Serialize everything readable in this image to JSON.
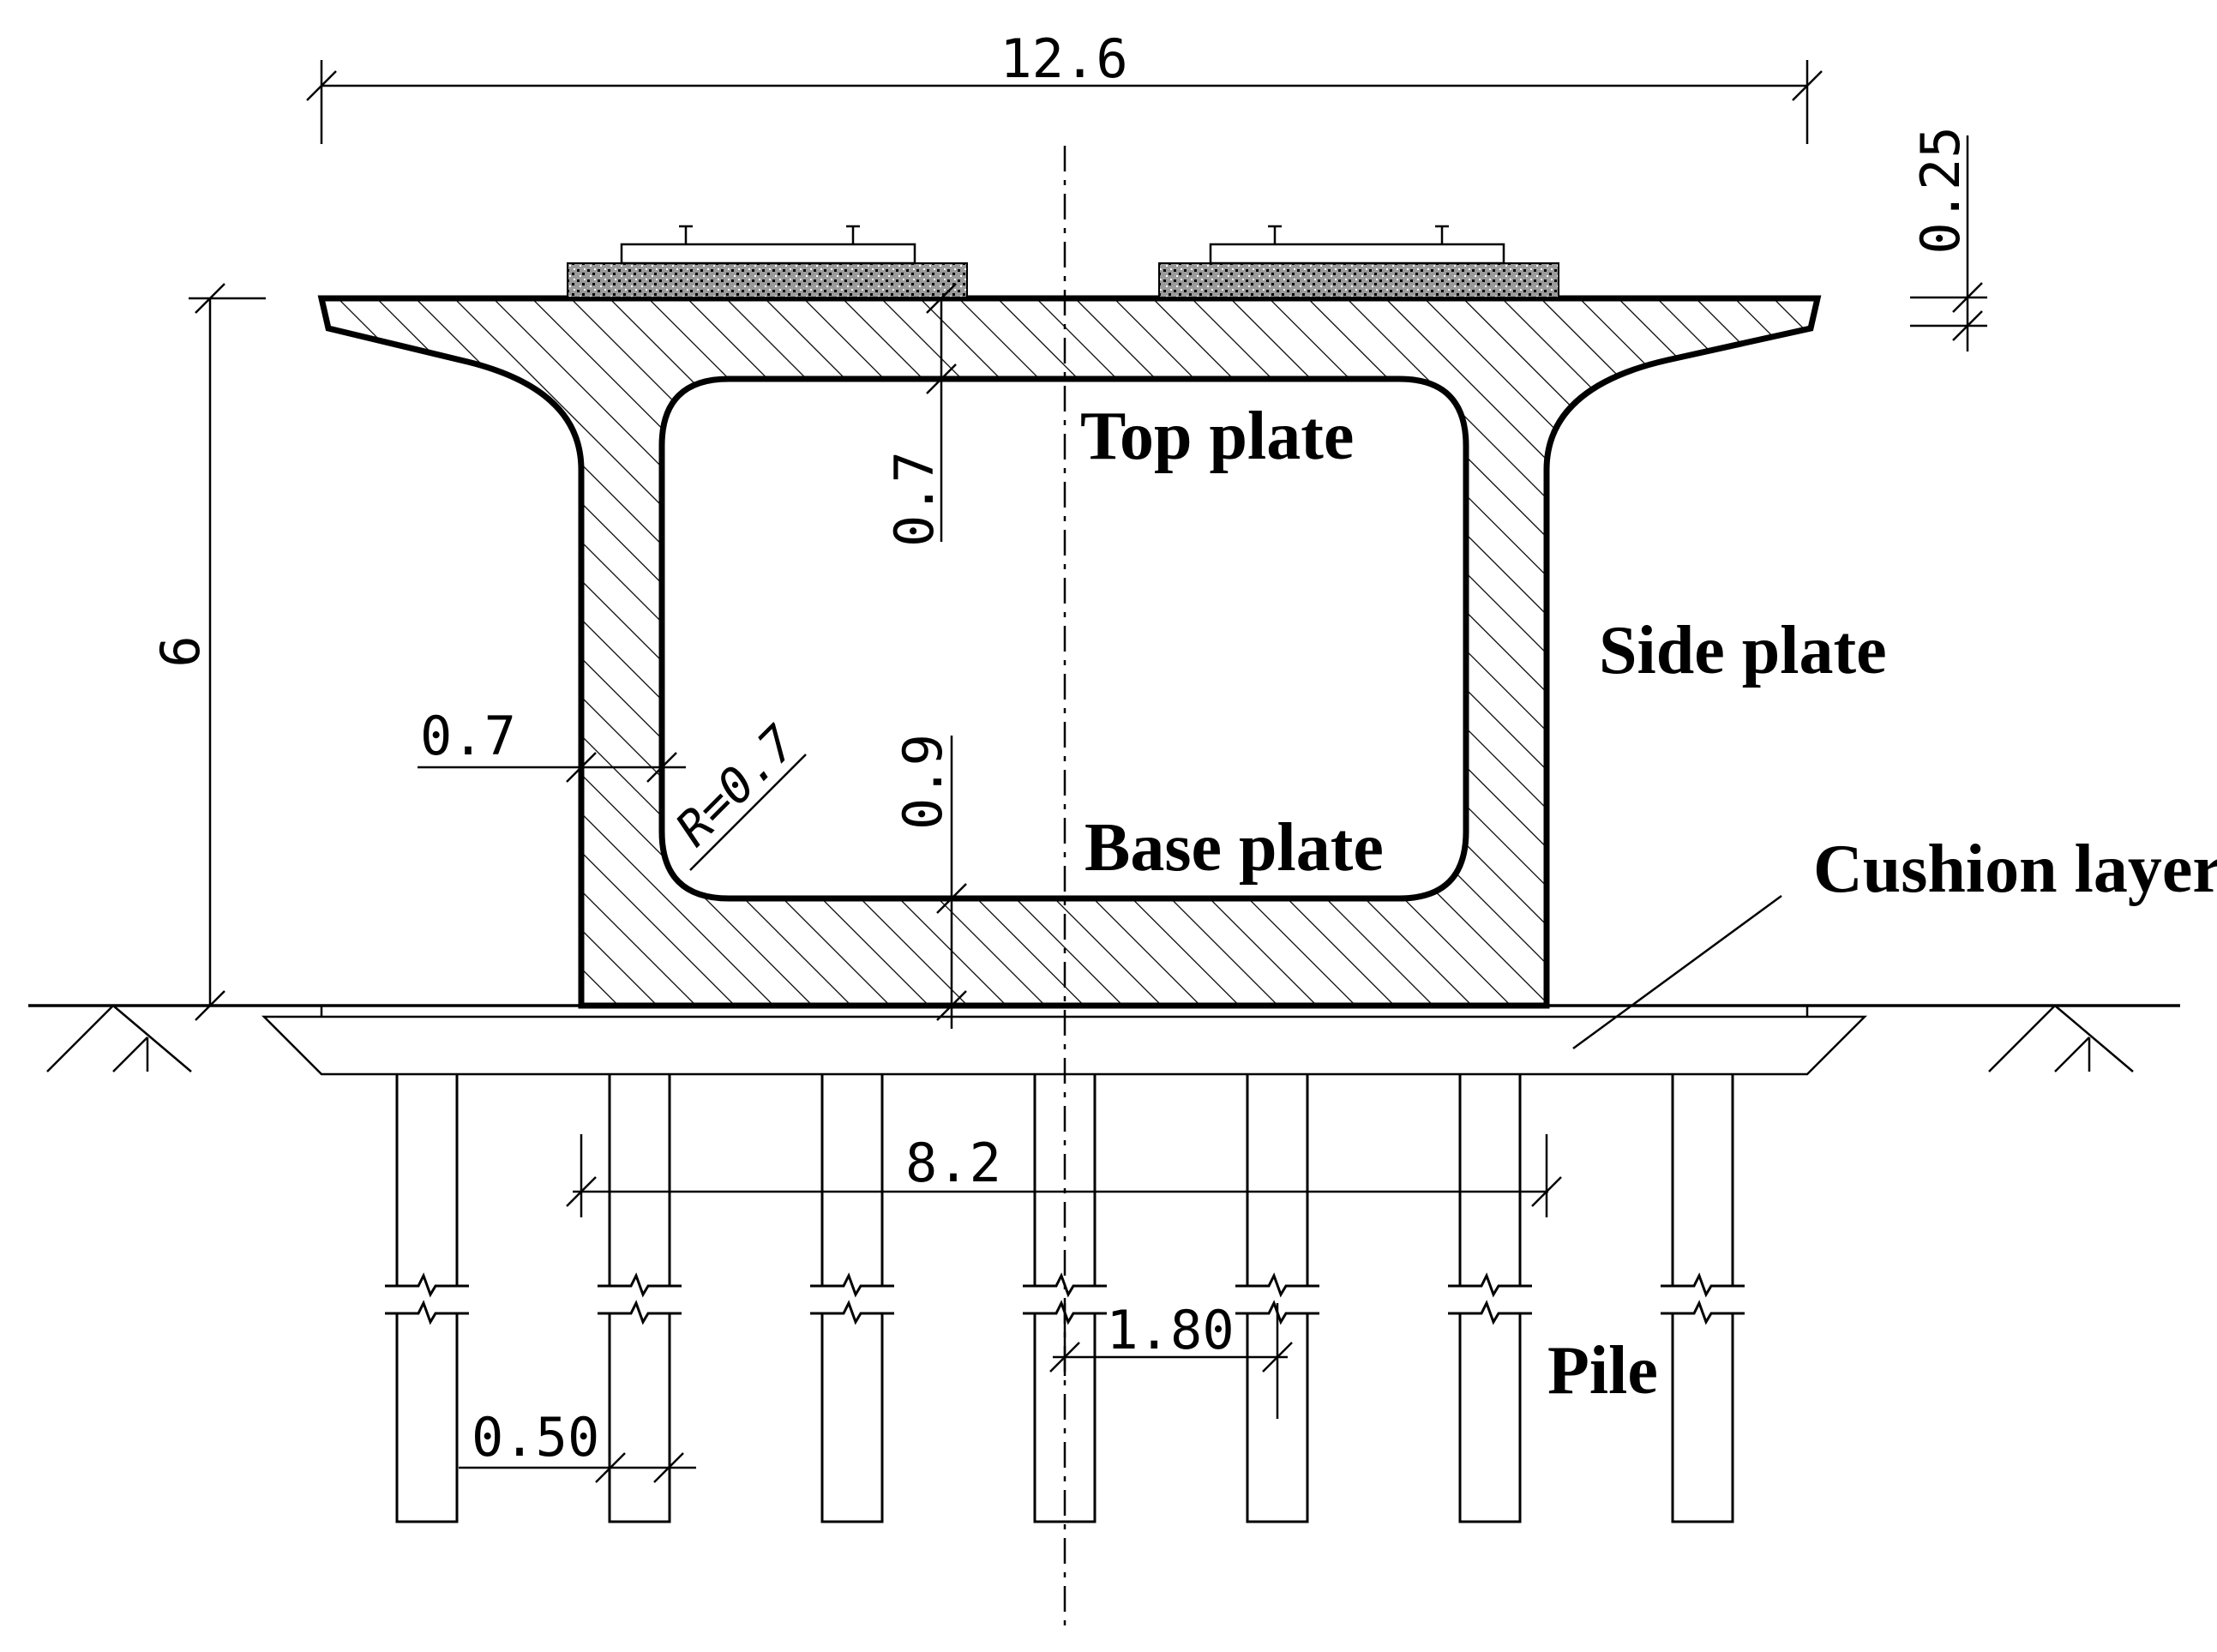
{
  "labels": {
    "top_plate": "Top plate",
    "side_plate": "Side plate",
    "base_plate": "Base plate",
    "cushion_layer": "Cushion layer",
    "pile": "Pile"
  },
  "dimensions": {
    "overall_width": "12.6",
    "rail_height": "0.25",
    "total_height": "6",
    "top_plate_thickness": "0.7",
    "side_plate_thickness": "0.7",
    "fillet_radius": "R=0.7",
    "base_plate_thickness": "0.9",
    "pile_group_width": "8.2",
    "pile_spacing": "1.80",
    "pile_diameter": "0.50"
  },
  "colors": {
    "line": "#000000",
    "background": "#ffffff"
  }
}
